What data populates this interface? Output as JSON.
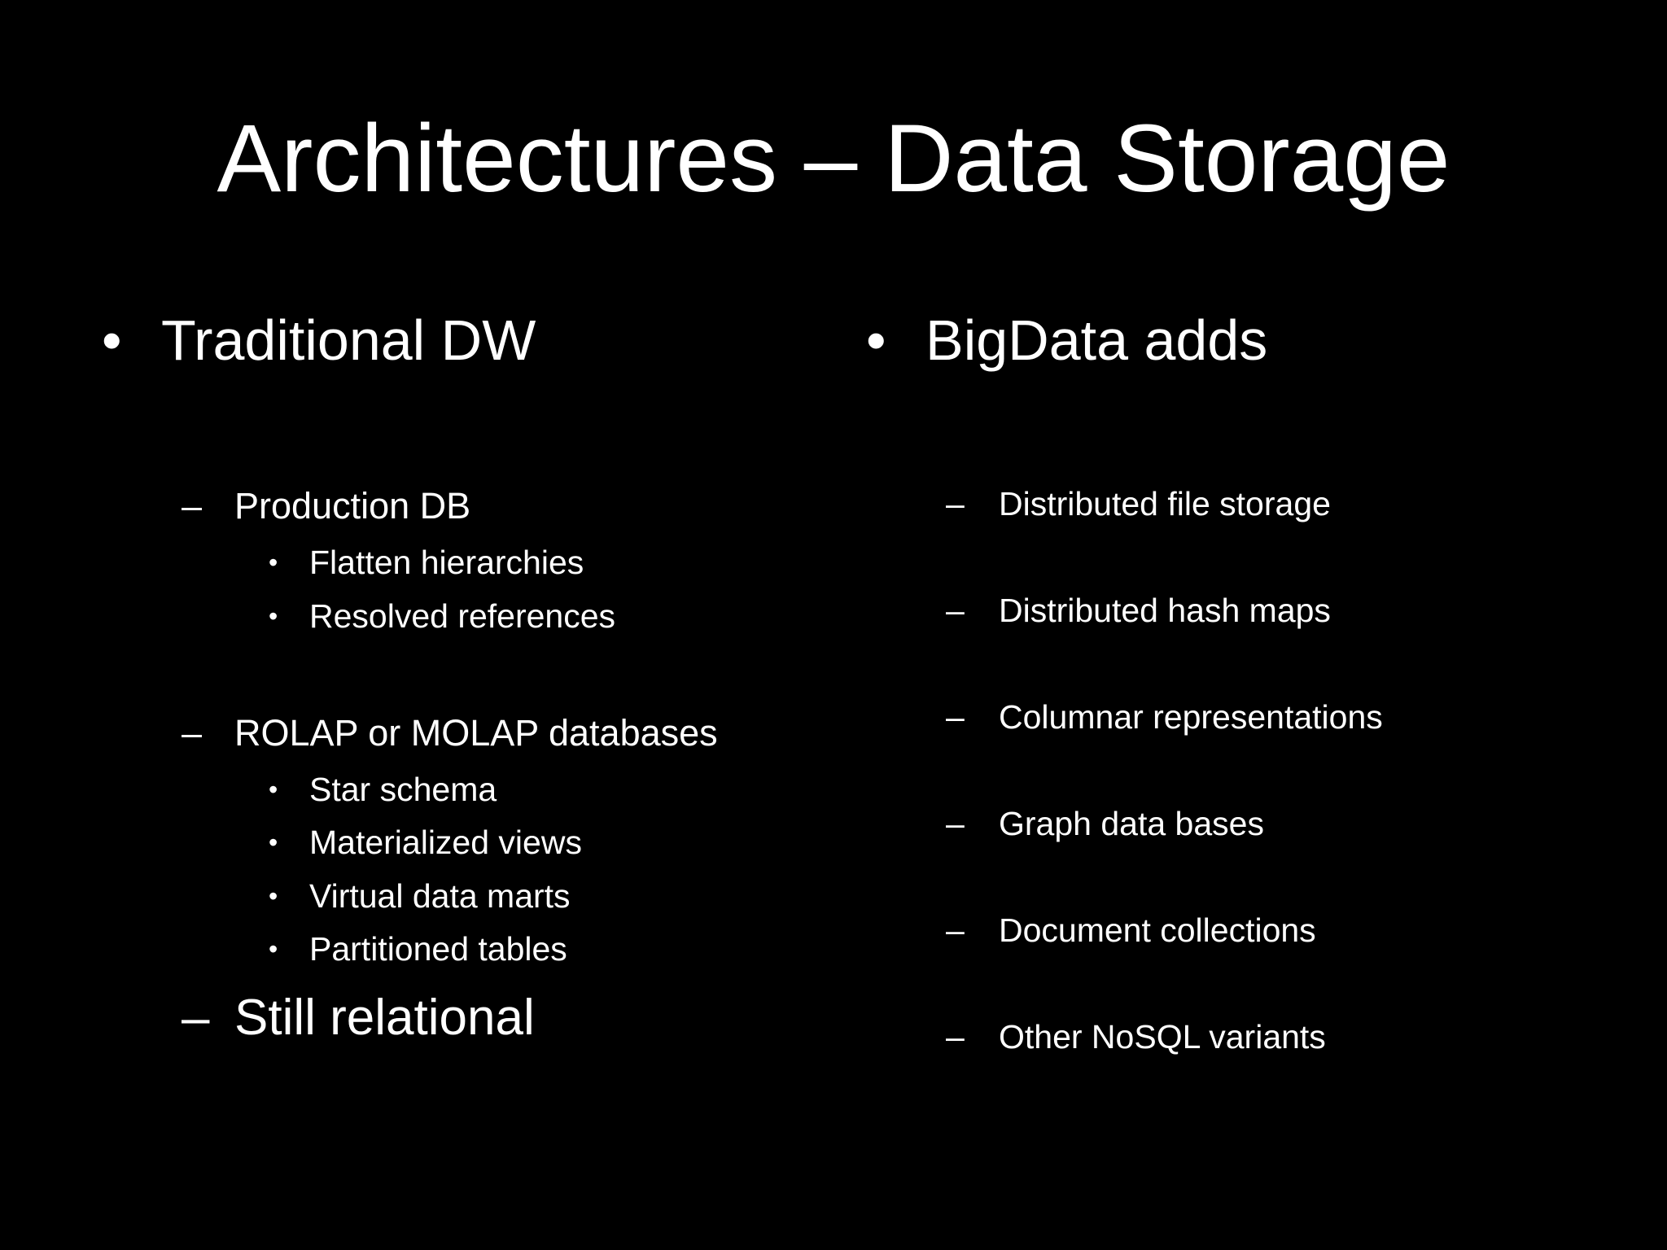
{
  "slide": {
    "title": "Architectures – Data Storage",
    "markers": {
      "bullet": "•",
      "dash": "–",
      "sub_bullet": "•"
    },
    "left": {
      "heading": "Traditional DW",
      "groups": [
        {
          "label": "Production DB",
          "items": [
            "Flatten hierarchies",
            "Resolved references"
          ]
        },
        {
          "label": "ROLAP  or MOLAP databases",
          "items": [
            "Star schema",
            "Materialized views",
            "Virtual data marts",
            "Partitioned tables"
          ]
        }
      ],
      "final_point": "Still relational"
    },
    "right": {
      "heading": "BigData adds",
      "items": [
        "Distributed file storage",
        "Distributed hash maps",
        "Columnar representations",
        "Graph data bases",
        "Document collections",
        "Other NoSQL variants"
      ]
    }
  }
}
